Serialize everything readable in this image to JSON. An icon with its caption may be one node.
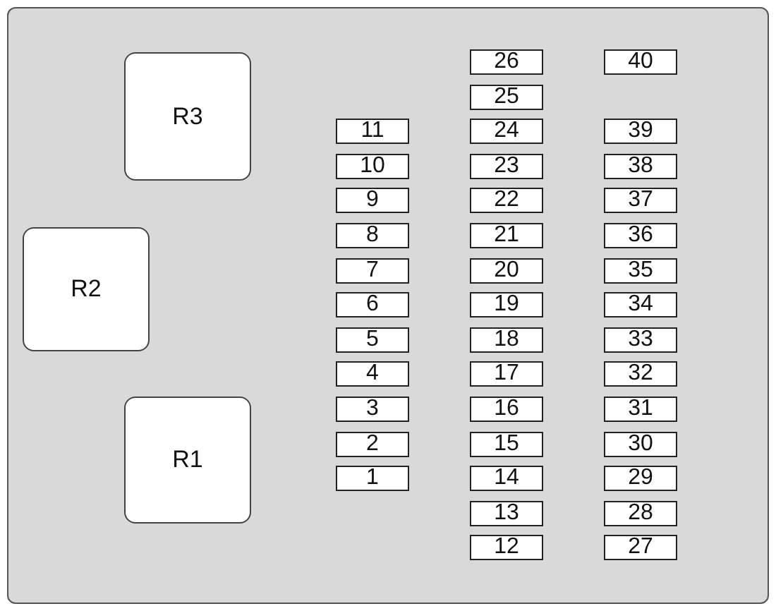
{
  "diagram": {
    "nodes": [
      {
        "text": [],
        "shape": "box"
      },
      {
        "text": [
          "R3"
        ],
        "in": 0
      },
      {
        "text": [
          "R2"
        ],
        "in": 0
      },
      {
        "text": [
          "R1"
        ],
        "in": 0
      },
      {
        "text": [
          "11"
        ],
        "in": 0
      },
      {
        "text": [
          "10"
        ],
        "in": 0
      },
      {
        "text": [
          "9"
        ],
        "in": 0
      },
      {
        "text": [
          "8"
        ],
        "in": 0
      },
      {
        "text": [
          "7"
        ],
        "in": 0
      },
      {
        "text": [
          "6"
        ],
        "in": 0
      },
      {
        "text": [
          "5"
        ],
        "in": 0
      },
      {
        "text": [
          "4"
        ],
        "in": 0
      },
      {
        "text": [
          "3"
        ],
        "in": 0
      },
      {
        "text": [
          "2"
        ],
        "in": 0
      },
      {
        "text": [
          "1"
        ],
        "in": 0
      },
      {
        "text": [
          "26"
        ],
        "in": 0
      },
      {
        "text": [
          "25"
        ],
        "in": 0
      },
      {
        "text": [
          "24"
        ],
        "in": 0
      },
      {
        "text": [
          "23"
        ],
        "in": 0
      },
      {
        "text": [
          "22"
        ],
        "in": 0
      },
      {
        "text": [
          "21"
        ],
        "in": 0
      },
      {
        "text": [
          "20"
        ],
        "in": 0
      },
      {
        "text": [
          "19"
        ],
        "in": 0
      },
      {
        "text": [
          "18"
        ],
        "in": 0
      },
      {
        "text": [
          "17"
        ],
        "in": 0
      },
      {
        "text": [
          "16"
        ],
        "in": 0
      },
      {
        "text": [
          "15"
        ],
        "in": 0
      },
      {
        "text": [
          "14"
        ],
        "in": 0
      },
      {
        "text": [
          "13"
        ],
        "in": 0
      },
      {
        "text": [
          "12"
        ],
        "in": 0
      },
      {
        "text": [
          "40"
        ],
        "in": 0
      },
      {
        "text": [
          "39"
        ],
        "in": 0
      },
      {
        "text": [
          "38"
        ],
        "in": 0
      },
      {
        "text": [
          "37"
        ],
        "in": 0
      },
      {
        "text": [
          "36"
        ],
        "in": 0
      },
      {
        "text": [
          "35"
        ],
        "in": 0
      },
      {
        "text": [
          "34"
        ],
        "in": 0
      },
      {
        "text": [
          "33"
        ],
        "in": 0
      },
      {
        "text": [
          "32"
        ],
        "in": 0
      },
      {
        "text": [
          "31"
        ],
        "in": 0
      },
      {
        "text": [
          "30"
        ],
        "in": 0
      },
      {
        "text": [
          "29"
        ],
        "in": 0
      },
      {
        "text": [
          "28"
        ],
        "in": 0
      },
      {
        "text": [
          "27"
        ],
        "in": 0
      }
    ]
  }
}
